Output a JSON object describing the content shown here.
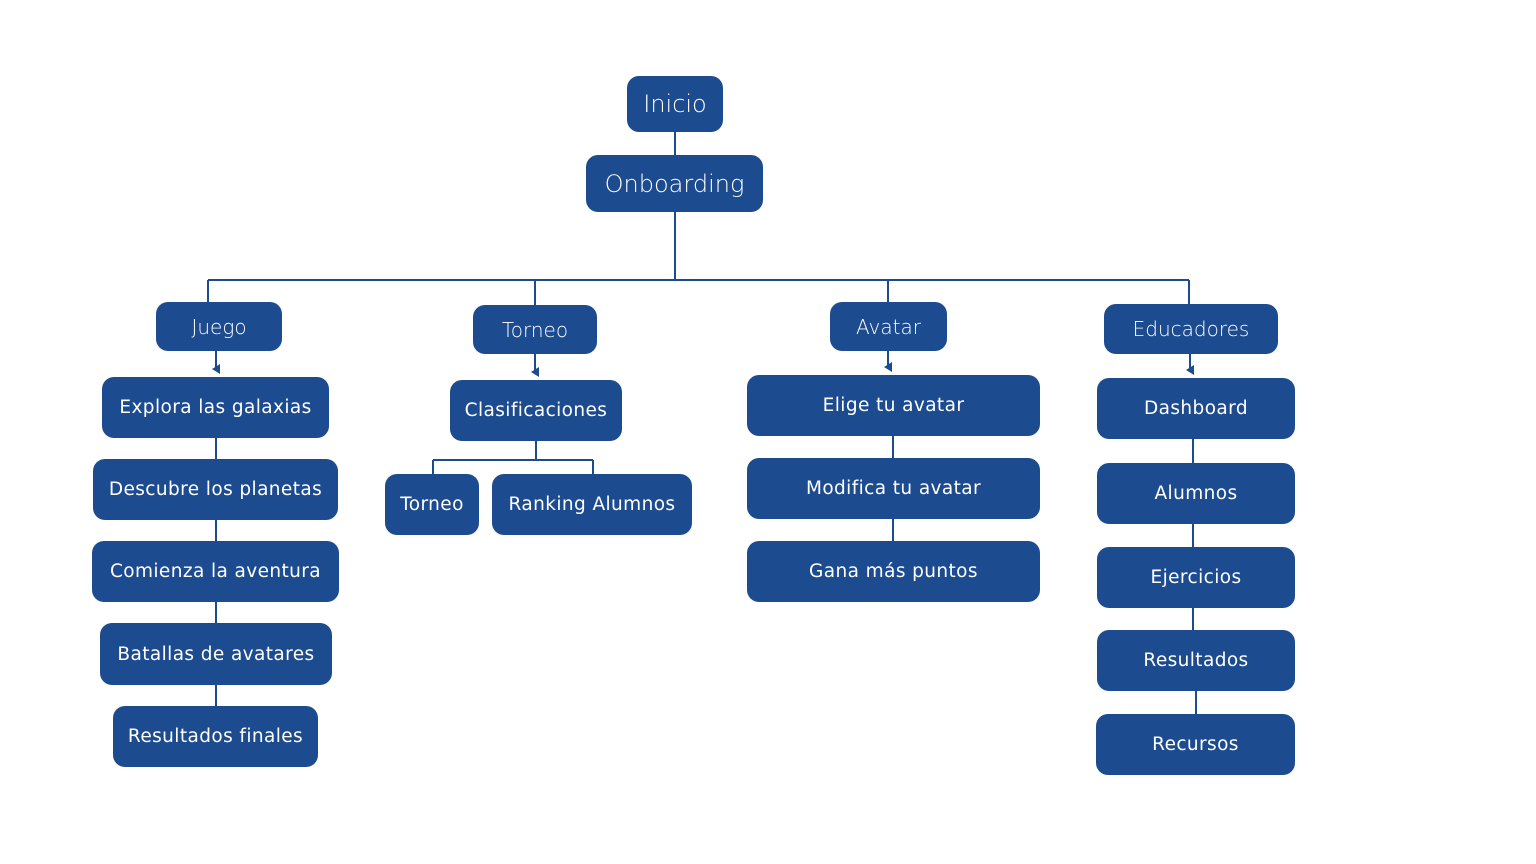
{
  "colors": {
    "node_fill": "#1d4b8f",
    "line": "#1d4b8f",
    "text": "#ffffff",
    "background": "#ffffff"
  },
  "root": {
    "inicio": "Inicio",
    "onboarding": "Onboarding"
  },
  "juego": {
    "label": "Juego",
    "items": [
      "Explora las galaxias",
      "Descubre los planetas",
      "Comienza la aventura",
      "Batallas de avatares",
      "Resultados finales"
    ]
  },
  "torneo": {
    "label": "Torneo",
    "clasificaciones": "Clasificaciones",
    "children": [
      "Torneo",
      "Ranking Alumnos"
    ]
  },
  "avatar": {
    "label": "Avatar",
    "items": [
      "Elige tu avatar",
      "Modifica tu avatar",
      "Gana más puntos"
    ]
  },
  "educadores": {
    "label": "Educadores",
    "items": [
      "Dashboard",
      "Alumnos",
      "Ejercicios",
      "Resultados",
      "Recursos"
    ]
  }
}
